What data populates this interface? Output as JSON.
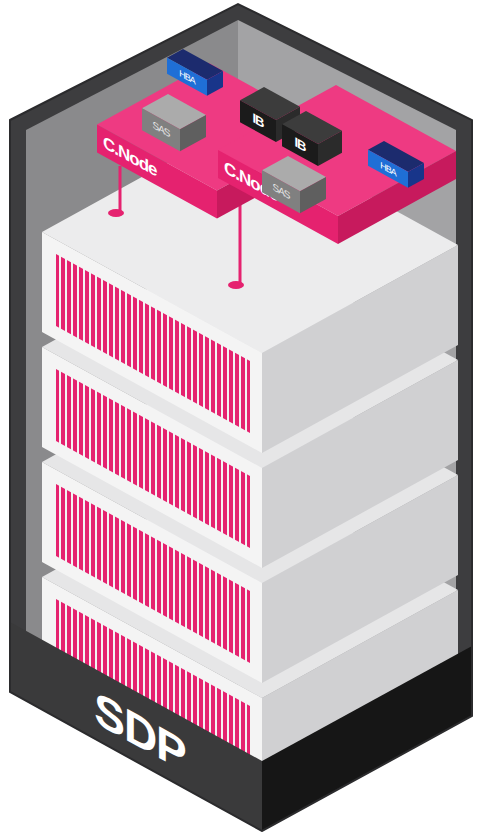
{
  "diagram": {
    "nodes": [
      {
        "text": [
          "SDP"
        ]
      },
      {
        "text": [
          "C.Node"
        ],
        "in": 0
      },
      {
        "text": [
          "HBA"
        ],
        "in": 1
      },
      {
        "text": [
          "SAS"
        ],
        "in": 1
      },
      {
        "text": [
          "IB"
        ],
        "in": 1
      },
      {
        "text": [
          "C.Node"
        ],
        "in": 0
      },
      {
        "text": [
          "IB"
        ],
        "in": 5
      },
      {
        "text": [
          "SAS"
        ],
        "in": 5
      },
      {
        "text": [
          "HBA"
        ],
        "in": 5
      }
    ]
  }
}
